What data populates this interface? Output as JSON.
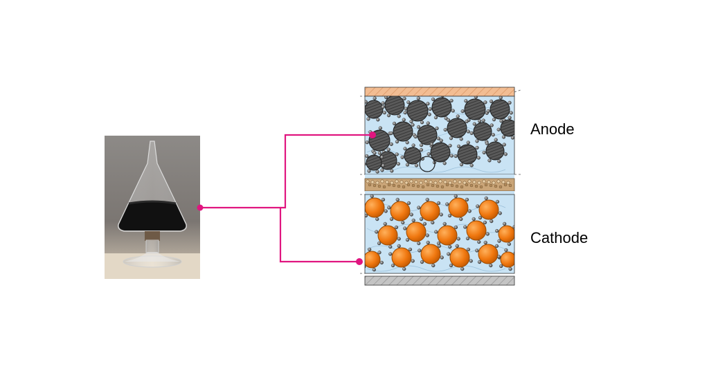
{
  "labels": {
    "anode": "Anode",
    "cathode": "Cathode"
  },
  "colors": {
    "connector": "#e0157f",
    "electrolyte": "#c9e3f4",
    "anode_particle": "#4a4a4a",
    "cathode_particle": "#ef7a12",
    "separator": "#c8a275",
    "current_collector_top": "#f0b88a",
    "current_collector_bottom": "#b5b5b5",
    "carbon_black": "#555555"
  },
  "icons": {
    "photo": "flask-with-black-powder",
    "anode": "graphite-particles",
    "cathode": "active-material-particles",
    "additive": "carbon-black-additive"
  }
}
